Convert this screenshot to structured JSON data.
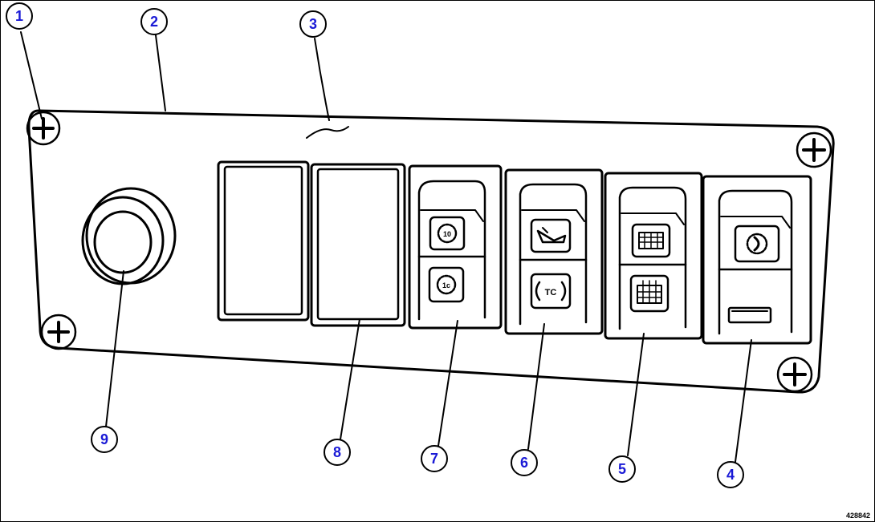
{
  "figure_id": "428842",
  "callouts": [
    "1",
    "2",
    "3",
    "4",
    "5",
    "6",
    "7",
    "8",
    "9"
  ],
  "colors": {
    "callout_text": "#1a1ad6",
    "line": "#000000",
    "background": "#ffffff"
  },
  "icons": {
    "switch7_top": "gear-10-icon",
    "switch7_bottom": "gear-1c-icon",
    "switch6_top": "engine-oil-icon",
    "switch6_bottom": "tc-icon",
    "switch5_top": "rear-defrost-icon",
    "switch5_bottom": "front-defrost-icon",
    "switch4_top": "headlight-icon"
  }
}
